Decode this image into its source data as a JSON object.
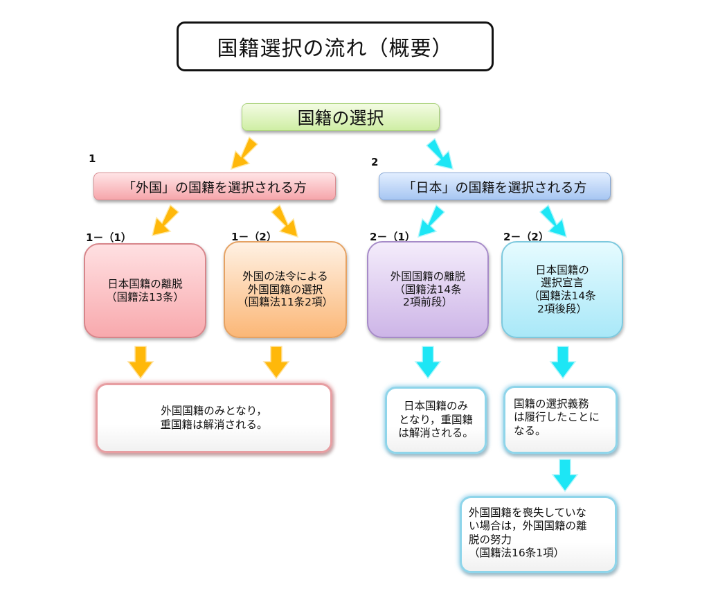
{
  "title": "国籍選択の流れ（概要）",
  "root": {
    "label": "国籍の選択",
    "color": "#cfeea4"
  },
  "colors": {
    "arrow_left": "#ffb80a",
    "arrow_right": "#1de6f5"
  },
  "branches": [
    {
      "number": "1",
      "label": "「外国」の国籍を選択される方",
      "color": "#f6a6ab",
      "options": [
        {
          "number": "1－（1）",
          "lines": [
            "日本国籍の離脱",
            "（国籍法13条）"
          ],
          "color": "#f8a9ad"
        },
        {
          "number": "1－（2）",
          "lines": [
            "外国の法令による",
            "外国国籍の選択",
            "（国籍法11条2項）"
          ],
          "color": "#fbb777"
        }
      ],
      "result": {
        "lines": [
          "外国国籍のみとなり，",
          "重国籍は解消される。"
        ]
      }
    },
    {
      "number": "2",
      "label": "「日本」の国籍を選択される方",
      "color": "#a7c6f2",
      "options": [
        {
          "number": "2－（1）",
          "lines": [
            "外国国籍の離脱",
            "（国籍法14条",
            "2項前段）"
          ],
          "color": "#cdb5e7",
          "result": {
            "lines": [
              "日本国籍のみ",
              "となり，重国籍",
              "は解消される。"
            ]
          }
        },
        {
          "number": "2－（2）",
          "lines": [
            "日本国籍の",
            "選択宣言",
            "（国籍法14条",
            "2項後段）"
          ],
          "color": "#a9e8f8",
          "result": {
            "lines": [
              "国籍の選択義務",
              "は履行したことに",
              "なる。"
            ]
          },
          "followup": {
            "lines": [
              "外国国籍を喪失していな",
              "い場合は，外国国籍の離",
              "脱の努力",
              "（国籍法16条1項）"
            ]
          }
        }
      ]
    }
  ]
}
